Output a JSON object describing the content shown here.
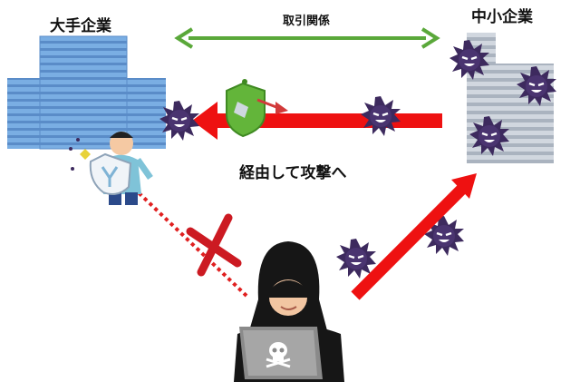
{
  "labels": {
    "large_company": "大手企業",
    "small_company": "中小企業",
    "business_relationship": "取引関係",
    "attack_via": "経由して攻撃へ"
  },
  "colors": {
    "relationship_arrow": "#5aa83a",
    "attack_arrow": "#ee1111",
    "blocked_path": "#e02020",
    "blocked_cross": "#cc1a22",
    "building_blue": "#6e9fd6",
    "building_gray": "#c5ccd6",
    "virus": "#3d2a5e",
    "shield": "#63b53a"
  },
  "icons": {
    "virus": "virus-icon",
    "hacker": "hacker-icon",
    "shield": "security-shield-icon",
    "defender": "defender-person-icon",
    "skull": "skull-icon"
  }
}
